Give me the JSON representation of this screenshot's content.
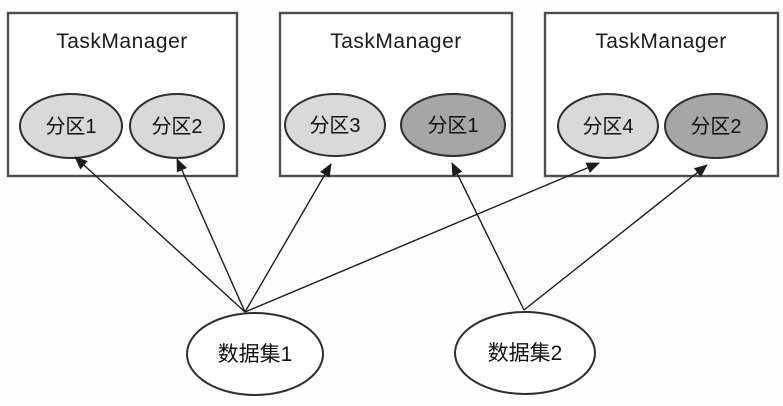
{
  "colors": {
    "background": "#fdfdfd",
    "box_fill": "#ffffff",
    "box_border": "#4d4d4d",
    "shape_border": "#2f2f2f",
    "partition_light": "#d9d9d9",
    "partition_dark": "#a6a6a6",
    "dataset_fill": "#ffffff",
    "edge": "#1c1c1c",
    "text": "#121212"
  },
  "task_managers": [
    {
      "title": "TaskManager",
      "partitions": [
        {
          "label": "分区1",
          "shade": "light"
        },
        {
          "label": "分区2",
          "shade": "light"
        }
      ]
    },
    {
      "title": "TaskManager",
      "partitions": [
        {
          "label": "分区3",
          "shade": "light"
        },
        {
          "label": "分区1",
          "shade": "dark"
        }
      ]
    },
    {
      "title": "TaskManager",
      "partitions": [
        {
          "label": "分区4",
          "shade": "light"
        },
        {
          "label": "分区2",
          "shade": "dark"
        }
      ]
    }
  ],
  "datasets": [
    {
      "label": "数据集1"
    },
    {
      "label": "数据集2"
    }
  ],
  "edges": [
    {
      "from": "数据集1",
      "to": "TaskManager-1 分区1"
    },
    {
      "from": "数据集1",
      "to": "TaskManager-1 分区2"
    },
    {
      "from": "数据集1",
      "to": "TaskManager-2 分区3"
    },
    {
      "from": "数据集1",
      "to": "TaskManager-3 分区4"
    },
    {
      "from": "数据集2",
      "to": "TaskManager-2 分区1"
    },
    {
      "from": "数据集2",
      "to": "TaskManager-3 分区2"
    }
  ]
}
